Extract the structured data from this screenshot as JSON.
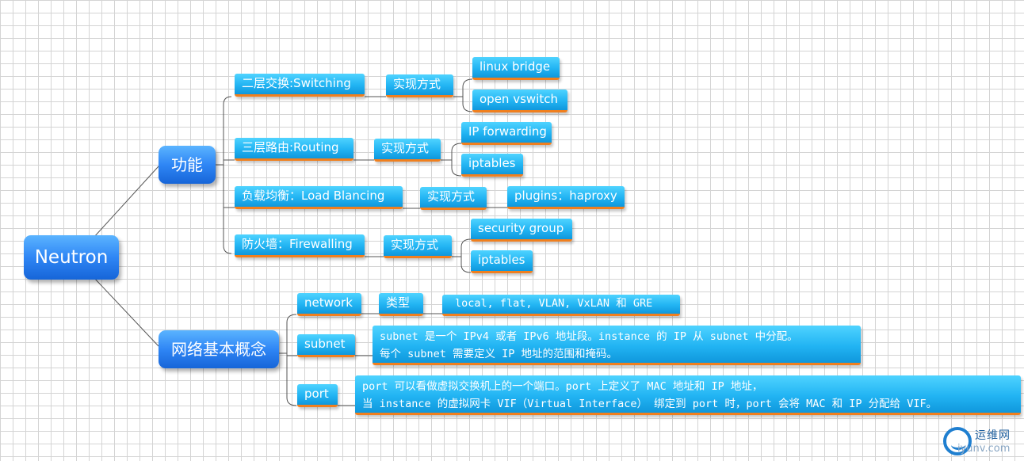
{
  "root": {
    "label": "Neutron"
  },
  "func": {
    "label": "功能",
    "switching": {
      "label": "二层交换:Switching",
      "impl": "实现方式",
      "opts": [
        "linux  bridge",
        "open  vswitch"
      ]
    },
    "routing": {
      "label": "三层路由:Routing",
      "impl": "实现方式",
      "opts": [
        "IP forwarding",
        "iptables"
      ]
    },
    "lb": {
      "label": "负载均衡：Load  Blancing",
      "impl": "实现方式",
      "opts": [
        "plugins：haproxy"
      ]
    },
    "fw": {
      "label": "防火墙：Firewalling",
      "impl": "实现方式",
      "opts": [
        "security  group",
        "iptables"
      ]
    }
  },
  "concepts": {
    "label": "网络基本概念",
    "network": {
      "label": "network",
      "type_label": "类型",
      "types": "local, flat, VLAN, VxLAN 和 GRE"
    },
    "subnet": {
      "label": "subnet",
      "desc1": "subnet 是一个 IPv4 或者 IPv6 地址段。instance 的 IP 从 subnet 中分配。",
      "desc2": "每个 subnet 需要定义 IP 地址的范围和掩码。"
    },
    "port": {
      "label": "port",
      "desc1": "port 可以看做虚拟交换机上的一个端口。port 上定义了 MAC 地址和 IP 地址，",
      "desc2": "当 instance 的虚拟网卡 VIF（Virtual Interface） 绑定到 port 时，port 会将 MAC 和 IP 分配给 VIF。"
    }
  },
  "watermark": {
    "name": "运维网",
    "domain": "iyunv.com"
  },
  "colors": {
    "node_fill": "#22b4f3",
    "node_underline": "#f07f1e",
    "root_fill": "#2f86f5",
    "connector": "#555555"
  }
}
